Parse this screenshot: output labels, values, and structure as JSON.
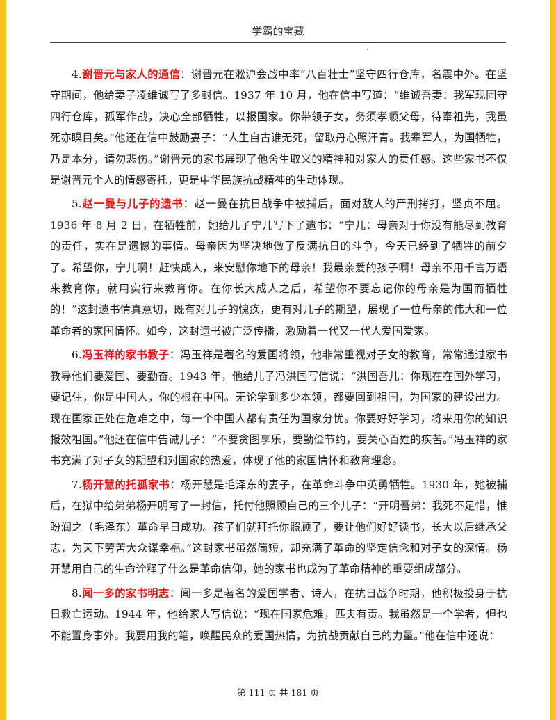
{
  "header": {
    "title": "学霸的宝藏"
  },
  "sections": [
    {
      "number": "4.",
      "heading": "谢晋元与家人的通信",
      "body": "：谢晋元在淞沪会战中率“八百壮士”坚守四行仓库，名震中外。在坚守期间，他给妻子凌维诚写了多封信。1937 年 10 月，他在信中写道：“维诚吾妻：我军现固守四行仓库，孤军作战，决心全部牺牲，以报国家。你带领子女，务须孝顺父母，待奉祖先，我虽死亦瞑目矣。”他还在信中鼓励妻子：“人生自古谁无死，留取丹心照汗青。我辈军人，为国牺牲，乃是本分，请勿悲伤。”谢晋元的家书展现了他舍生取义的精神和对家人的责任感。这些家书不仅是谢晋元个人的情感寄托，更是中华民族抗战精神的生动体现。"
    },
    {
      "number": "5.",
      "heading": "赵一曼与儿子的遗书",
      "body": "：赵一曼在抗日战争中被捕后，面对敌人的严刑拷打，坚贞不屈。1936 年 8 月 2 日，在牺牲前，她给儿子宁儿写下了遗书：“宁儿：母亲对于你没有能尽到教育的责任，实在是遗憾的事情。母亲因为坚决地做了反满抗日的斗争，今天已经到了牺牲的前夕了。希望你，宁儿啊！赶快成人，来安慰你地下的母亲！我最亲爱的孩子啊！母亲不用千言万语来教育你，就用实行来教育你。在你长大成人之后，希望你不要忘记你的母亲是为国而牺牲的！”这封遗书情真意切，既有对儿子的愧疚，更有对儿子的期望，展现了一位母亲的伟大和一位革命者的家国情怀。如今，这封遗书被广泛传播，激励着一代又一代人爱国爱家。"
    },
    {
      "number": "6.",
      "heading": "冯玉祥的家书教子",
      "body": "：冯玉祥是著名的爱国将领，他非常重视对子女的教育，常常通过家书教导他们要爱国、要勤奋。1943 年，他给儿子冯洪国写信说：“洪国吾儿：你现在在国外学习，要记住，你是中国人，你的根在中国。无论学到多少本领，都要回到祖国，为国家的建设出力。现在国家正处在危难之中，每一个中国人都有责任为国家分忧。你要好好学习，将来用你的知识报效祖国。”他还在信中告诫儿子：“不要贪图享乐，要勤俭节约，要关心百姓的疾苦。”冯玉祥的家书充满了对子女的期望和对国家的热爱，体现了他的家国情怀和教育理念。"
    },
    {
      "number": "7.",
      "heading": "杨开慧的托孤家书",
      "body": "：杨开慧是毛泽东的妻子，在革命斗争中英勇牺牲。1930 年，她被捕后，在狱中给弟弟杨开明写了一封信，托付他照顾自己的三个儿子：“开明吾弟：我死不足惜，惟盼润之（毛泽东）革命早日成功。孩子们就拜托你照顾了，要让他们好好读书，长大以后继承父志，为天下劳苦大众谋幸福。”这封家书虽然简短，却充满了革命的坚定信念和对子女的深情。杨开慧用自己的生命诠释了什么是革命信仰，她的家书也成为了革命精神的重要组成部分。"
    },
    {
      "number": "8.",
      "heading": "闻一多的家书明志",
      "body": "：闻一多是著名的爱国学者、诗人，在抗日战争时期，他积极投身于抗日救亡运动。1944 年，他给家人写信说：“现在国家危难，匹夫有责。我虽然是一个学者，但也不能置身事外。我要用我的笔，唤醒民众的爱国热情，为抗战贡献自己的力量。”他在信中还说："
    }
  ],
  "footer": {
    "page_text": "第 111 页 共 181 页"
  },
  "colors": {
    "side_bar": "#f7c21a",
    "heading": "#e51717"
  }
}
